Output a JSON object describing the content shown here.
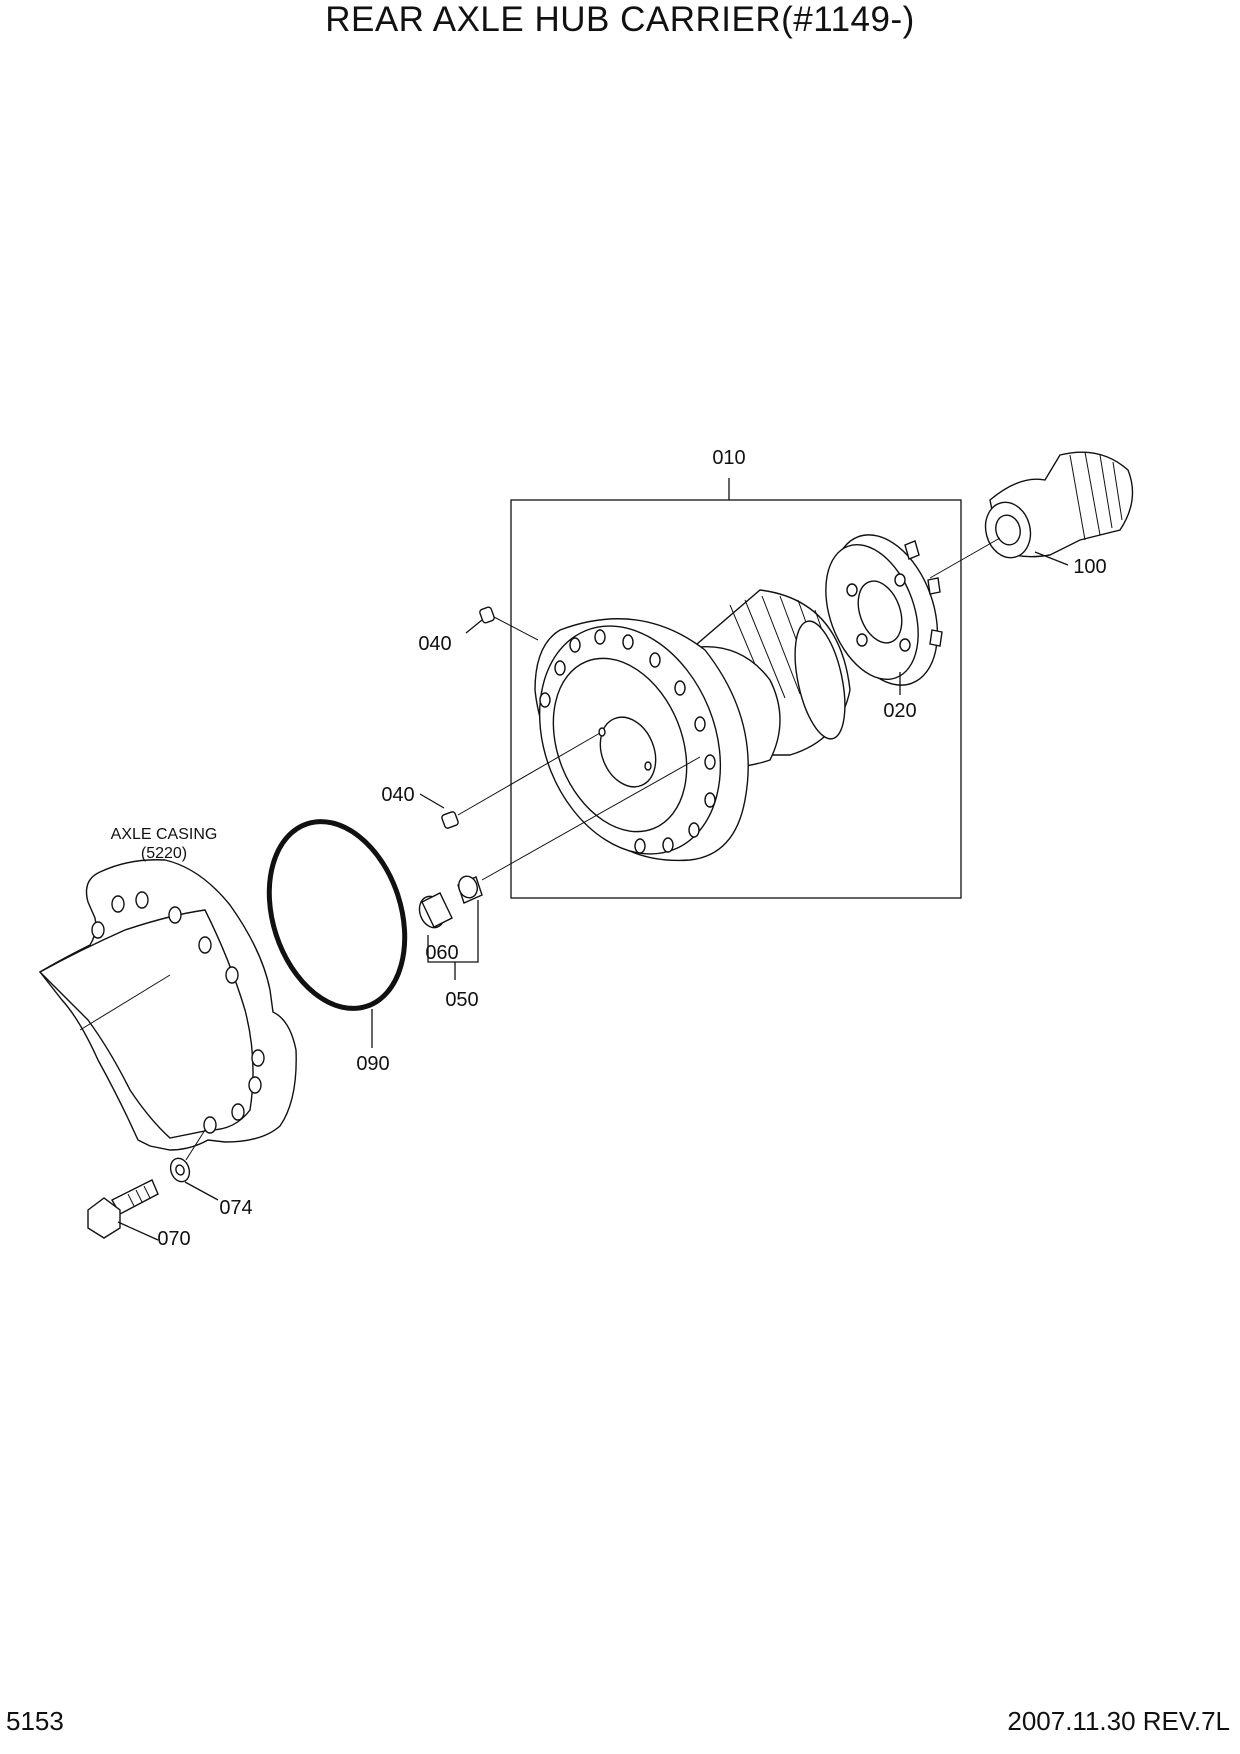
{
  "title": "REAR AXLE HUB CARRIER(#1149-)",
  "page_number": "5153",
  "revision": "2007.11.30  REV.7L",
  "casing": {
    "name": "AXLE CASING",
    "ref": "(5220)"
  },
  "callouts": {
    "p010": "010",
    "p100": "100",
    "p040a": "040",
    "p020": "020",
    "p040b": "040",
    "p060": "060",
    "p050": "050",
    "p090": "090",
    "p074": "074",
    "p070": "070"
  }
}
